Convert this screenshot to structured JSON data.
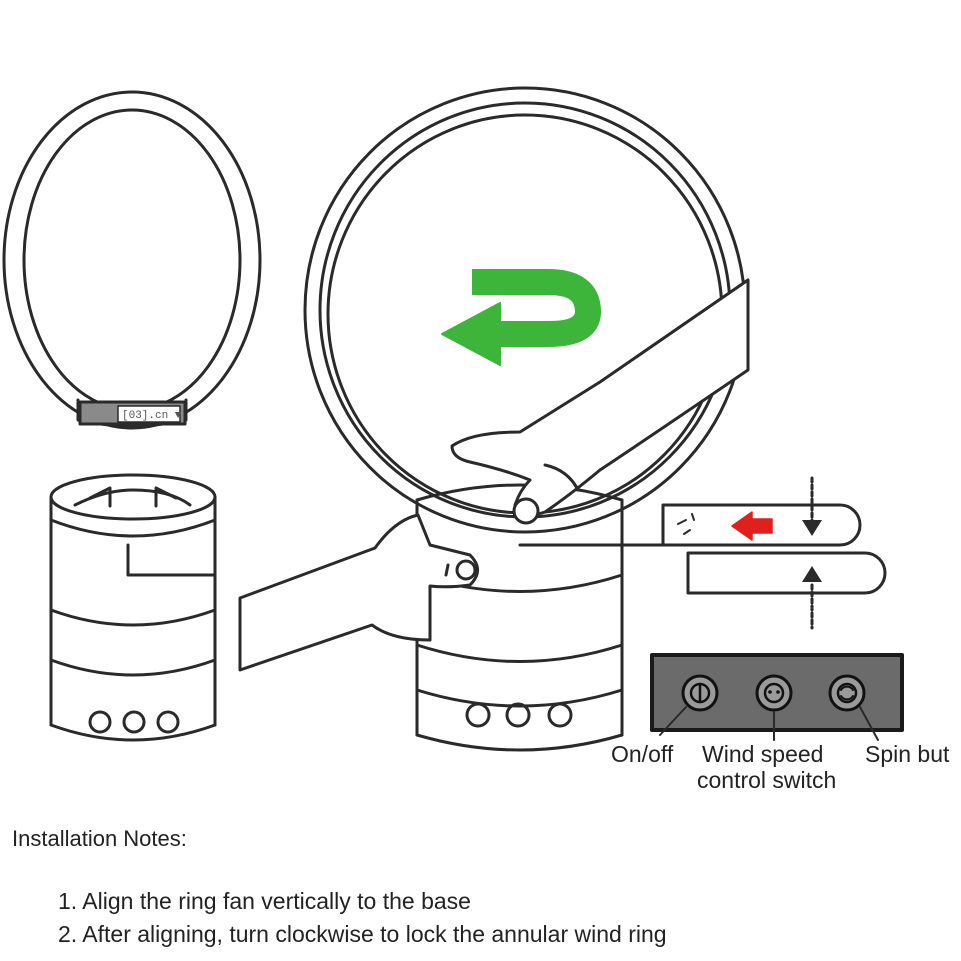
{
  "labels": {
    "on_off": "On/off",
    "wind_speed_line1": "Wind speed",
    "wind_speed_line2": "control switch",
    "spin": "Spin but"
  },
  "ring_base_tiny_text": "[03].cn ▼",
  "notes": {
    "title": "Installation Notes:",
    "items": [
      "1. Align the ring fan vertically to the base",
      "2. After aligning, turn clockwise to lock the annular wind ring"
    ]
  },
  "colors": {
    "line": "#2a2a2a",
    "arrow_green": "#3db43a",
    "arrow_red": "#e0201c",
    "panel_gray": "#6b6b6b",
    "panel_border": "#1a1a1a"
  },
  "icons": [
    "u-turn-arrow-icon",
    "red-arrow-icon",
    "power-button-icon",
    "wind-speed-icon",
    "spin-button-icon"
  ]
}
